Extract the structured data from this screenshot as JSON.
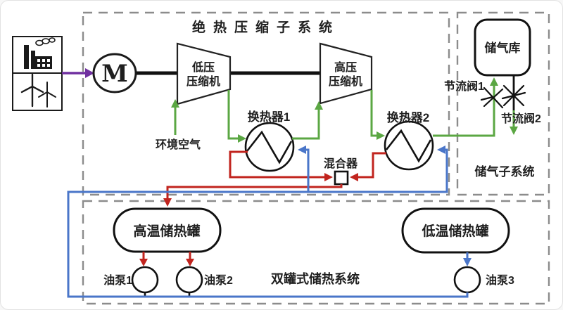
{
  "title": {
    "text": "绝热压缩子系统"
  },
  "colors": {
    "air": "#5ba743",
    "hot": "#c1241e",
    "cold": "#4a76c9",
    "power": "#7030a0",
    "title": "#e0ba3e",
    "outline": "#1a1a1a",
    "dashed": "#8c8c8c"
  },
  "motor": {
    "label": "M"
  },
  "compressors": {
    "lp_line1": "低压",
    "lp_line2": "压缩机",
    "hp_line1": "高压",
    "hp_line2": "压缩机"
  },
  "labels": {
    "ambient_air": "环境空气",
    "hx1": "换热器1",
    "hx2": "换热器2",
    "mixer": "混合器",
    "gas_storage": "储气库",
    "throttle1": "节流阀1",
    "throttle2": "节流阀2",
    "gas_subsystem": "储气子系统",
    "hot_tank": "高温储热罐",
    "cold_tank": "低温储热罐",
    "pump1": "油泵1",
    "pump2": "油泵2",
    "pump3": "油泵3",
    "storage_system": "双罐式储热系统"
  }
}
